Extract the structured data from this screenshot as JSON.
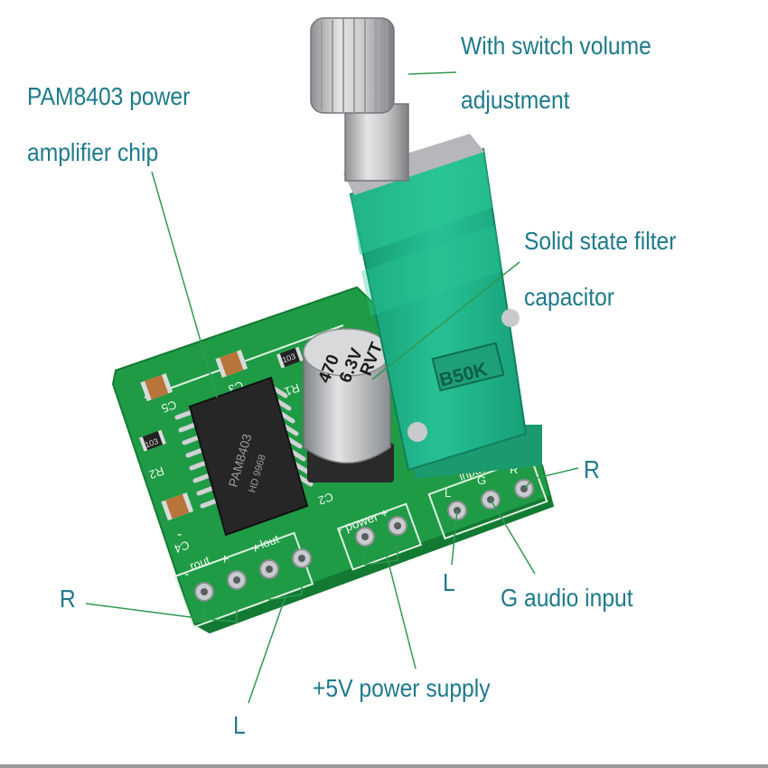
{
  "colors": {
    "callout_text": "#1d7a8c",
    "leader_line": "#2e9a52",
    "pcb": "#22a34a",
    "potentiometer": "#20b48a",
    "chip": "#262626",
    "capacitor": "#b9bcbf"
  },
  "callouts": {
    "switch_volume_line1": "With switch volume",
    "switch_volume_line2": "adjustment",
    "chip_line1": "PAM8403 power",
    "chip_line2": "amplifier chip",
    "filter_cap_line1": "Solid state filter",
    "filter_cap_line2": "capacitor",
    "input_r": "R",
    "input_l": "L",
    "input_g": "G audio input",
    "output_r": "R",
    "output_l": "L",
    "power_supply": "+5V power supply"
  },
  "board": {
    "capacitor_line1": "470",
    "capacitor_line2": "6.3V",
    "capacitor_line3": "RVT",
    "pot_marking": "B50K",
    "chip_line1": "PAM8403",
    "chip_line2": "HD 9968",
    "label_c5": "C5",
    "label_c3": "C3",
    "label_c2": "C2",
    "label_c4": "C4",
    "label_r1": "R1",
    "label_r2": "R2",
    "label_r_res1": "103",
    "label_r_res2": "103",
    "label_rout": "rout",
    "label_lout": "lout",
    "label_plus1": "+",
    "label_plus2": "+",
    "label_minus1": "-",
    "label_minus2": "-",
    "label_power": "- power +",
    "label_input": "input",
    "label_in_l": "L",
    "label_in_g": "G",
    "label_in_r": "R"
  }
}
